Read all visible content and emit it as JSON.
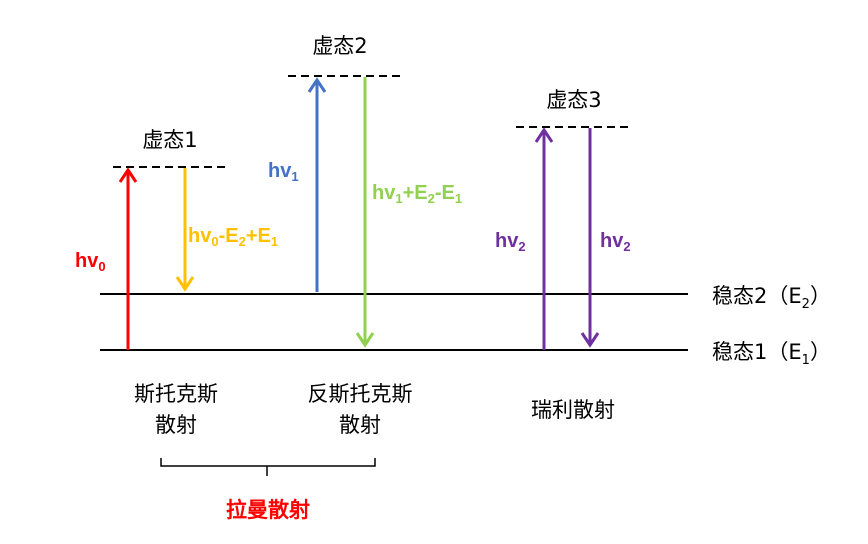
{
  "colors": {
    "red": "#ff0000",
    "yellow": "#ffc000",
    "blue": "#4472c4",
    "green": "#92d050",
    "purple": "#7030a0",
    "black": "#000000"
  },
  "virtual_states": [
    "虚态1",
    "虚态2",
    "虚态3"
  ],
  "stable_states": [
    {
      "name": "稳态2",
      "paren_open": "（",
      "symbol": "E",
      "sub": "2",
      "paren_close": "）"
    },
    {
      "name": "稳态1",
      "paren_open": "（",
      "symbol": "E",
      "sub": "1",
      "paren_close": "）"
    }
  ],
  "transitions": {
    "hv0": {
      "main": "hv",
      "sub": "0"
    },
    "stokes_emit": {
      "p1": "hv",
      "s1": "0",
      "p2": "-E",
      "s2": "2",
      "p3": "+E",
      "s3": "1"
    },
    "hv1": {
      "main": "hv",
      "sub": "1"
    },
    "anti_stokes_emit": {
      "p1": "hv",
      "s1": "1",
      "p2": "+E",
      "s2": "2",
      "p3": "-E",
      "s3": "1"
    },
    "hv2_in": {
      "main": "hv",
      "sub": "2"
    },
    "hv2_out": {
      "main": "hv",
      "sub": "2"
    }
  },
  "categories": {
    "stokes": [
      "斯托克斯",
      "散射"
    ],
    "anti_stokes": [
      "反斯托克斯",
      "散射"
    ],
    "rayleigh": "瑞利散射",
    "raman": "拉曼散射"
  }
}
